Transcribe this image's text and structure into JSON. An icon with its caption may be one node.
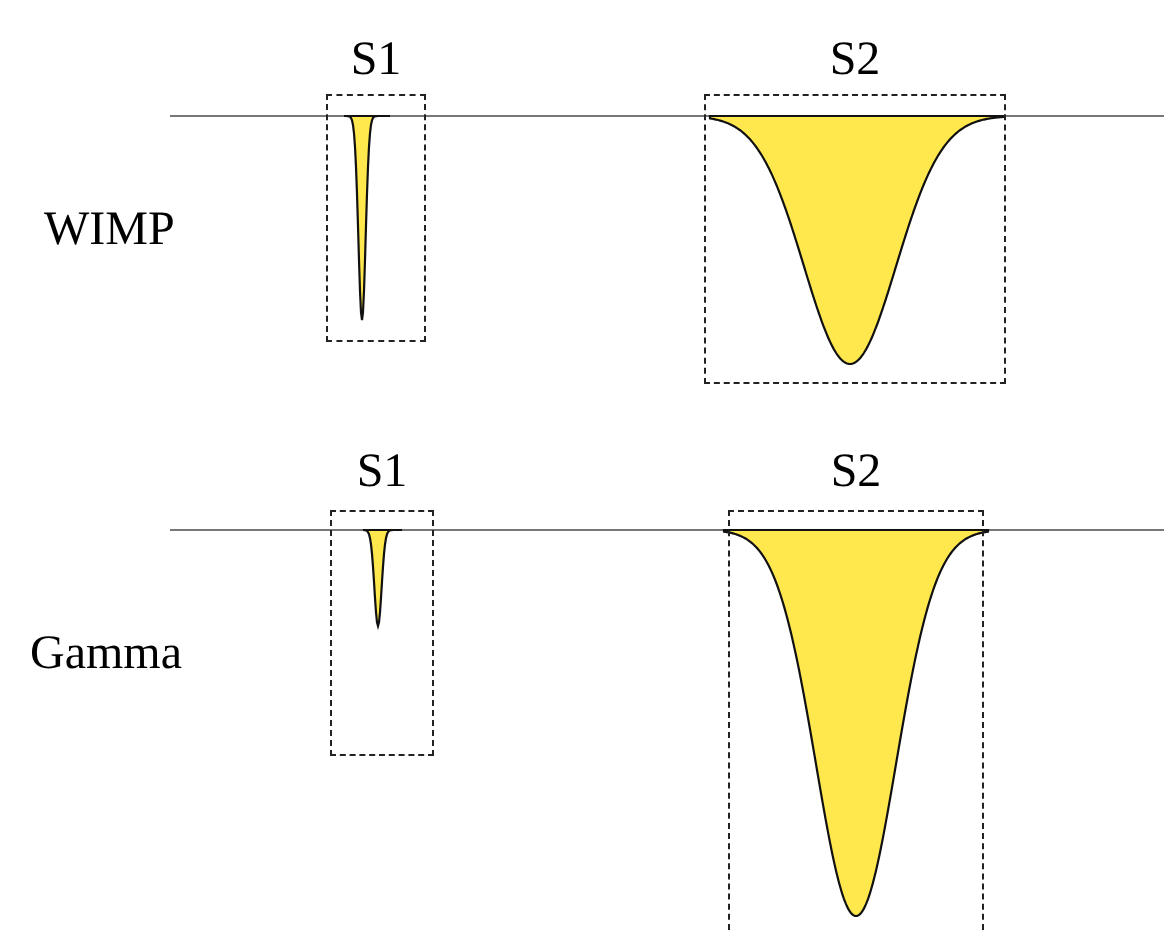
{
  "diagram": {
    "nodes": [
      {
        "text": [
          "S1"
        ]
      },
      {
        "text": [
          "S2"
        ]
      },
      {
        "text": [
          "S1"
        ]
      },
      {
        "text": [
          "S2"
        ]
      }
    ],
    "labels": [
      "WIMP",
      "Gamma"
    ]
  }
}
